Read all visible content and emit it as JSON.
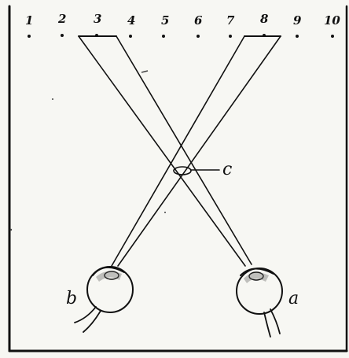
{
  "diagram": {
    "point_numbers": [
      "1",
      "2",
      "3",
      "4",
      "5",
      "6",
      "7",
      "8",
      "9",
      "10"
    ],
    "crossing_label": "c",
    "eye_labels": {
      "left": "b",
      "right": "a"
    },
    "colors": {
      "background": "#f7f7f3",
      "ink": "#111111"
    }
  }
}
